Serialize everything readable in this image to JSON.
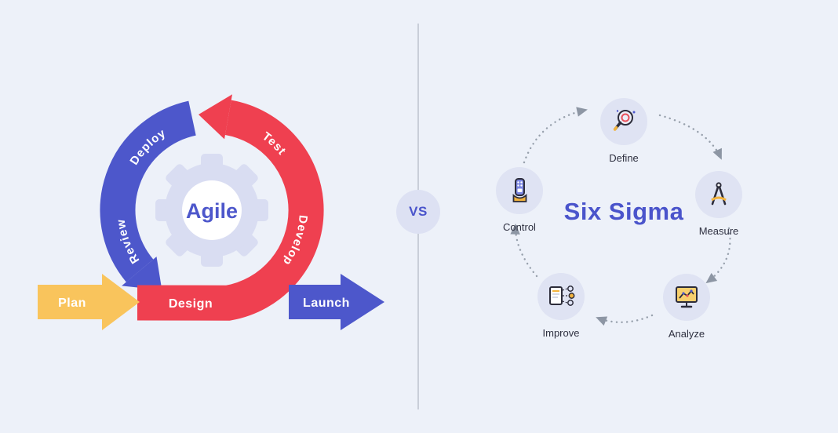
{
  "background_color": "#edf1f9",
  "divider": {
    "vs_label": "VS"
  },
  "agile": {
    "center_label": "Agile",
    "plan_label": "Plan",
    "design_label": "Design",
    "launch_label": "Launch",
    "deploy_label": "Deploy",
    "review_label": "Review",
    "test_label": "Test",
    "develop_label": "Develop",
    "colors": {
      "loop_blue": "#4d57cb",
      "loop_red": "#ef4050",
      "plan_yellow": "#f9c45c",
      "gear_lavender": "#d9ddf2",
      "label_text": "#ffffff",
      "center_text": "#4d57cb"
    }
  },
  "six_sigma": {
    "title": "Six Sigma",
    "title_color": "#4a54cb",
    "connector_color": "#97a0ac",
    "node_background": "#dfe3f3",
    "steps": [
      {
        "label": "Define",
        "icon": "magnifying-glass-icon"
      },
      {
        "label": "Measure",
        "icon": "compass-icon"
      },
      {
        "label": "Analyze",
        "icon": "line-chart-monitor-icon"
      },
      {
        "label": "Improve",
        "icon": "document-ideas-icon"
      },
      {
        "label": "Control",
        "icon": "remote-in-hand-icon"
      }
    ]
  }
}
